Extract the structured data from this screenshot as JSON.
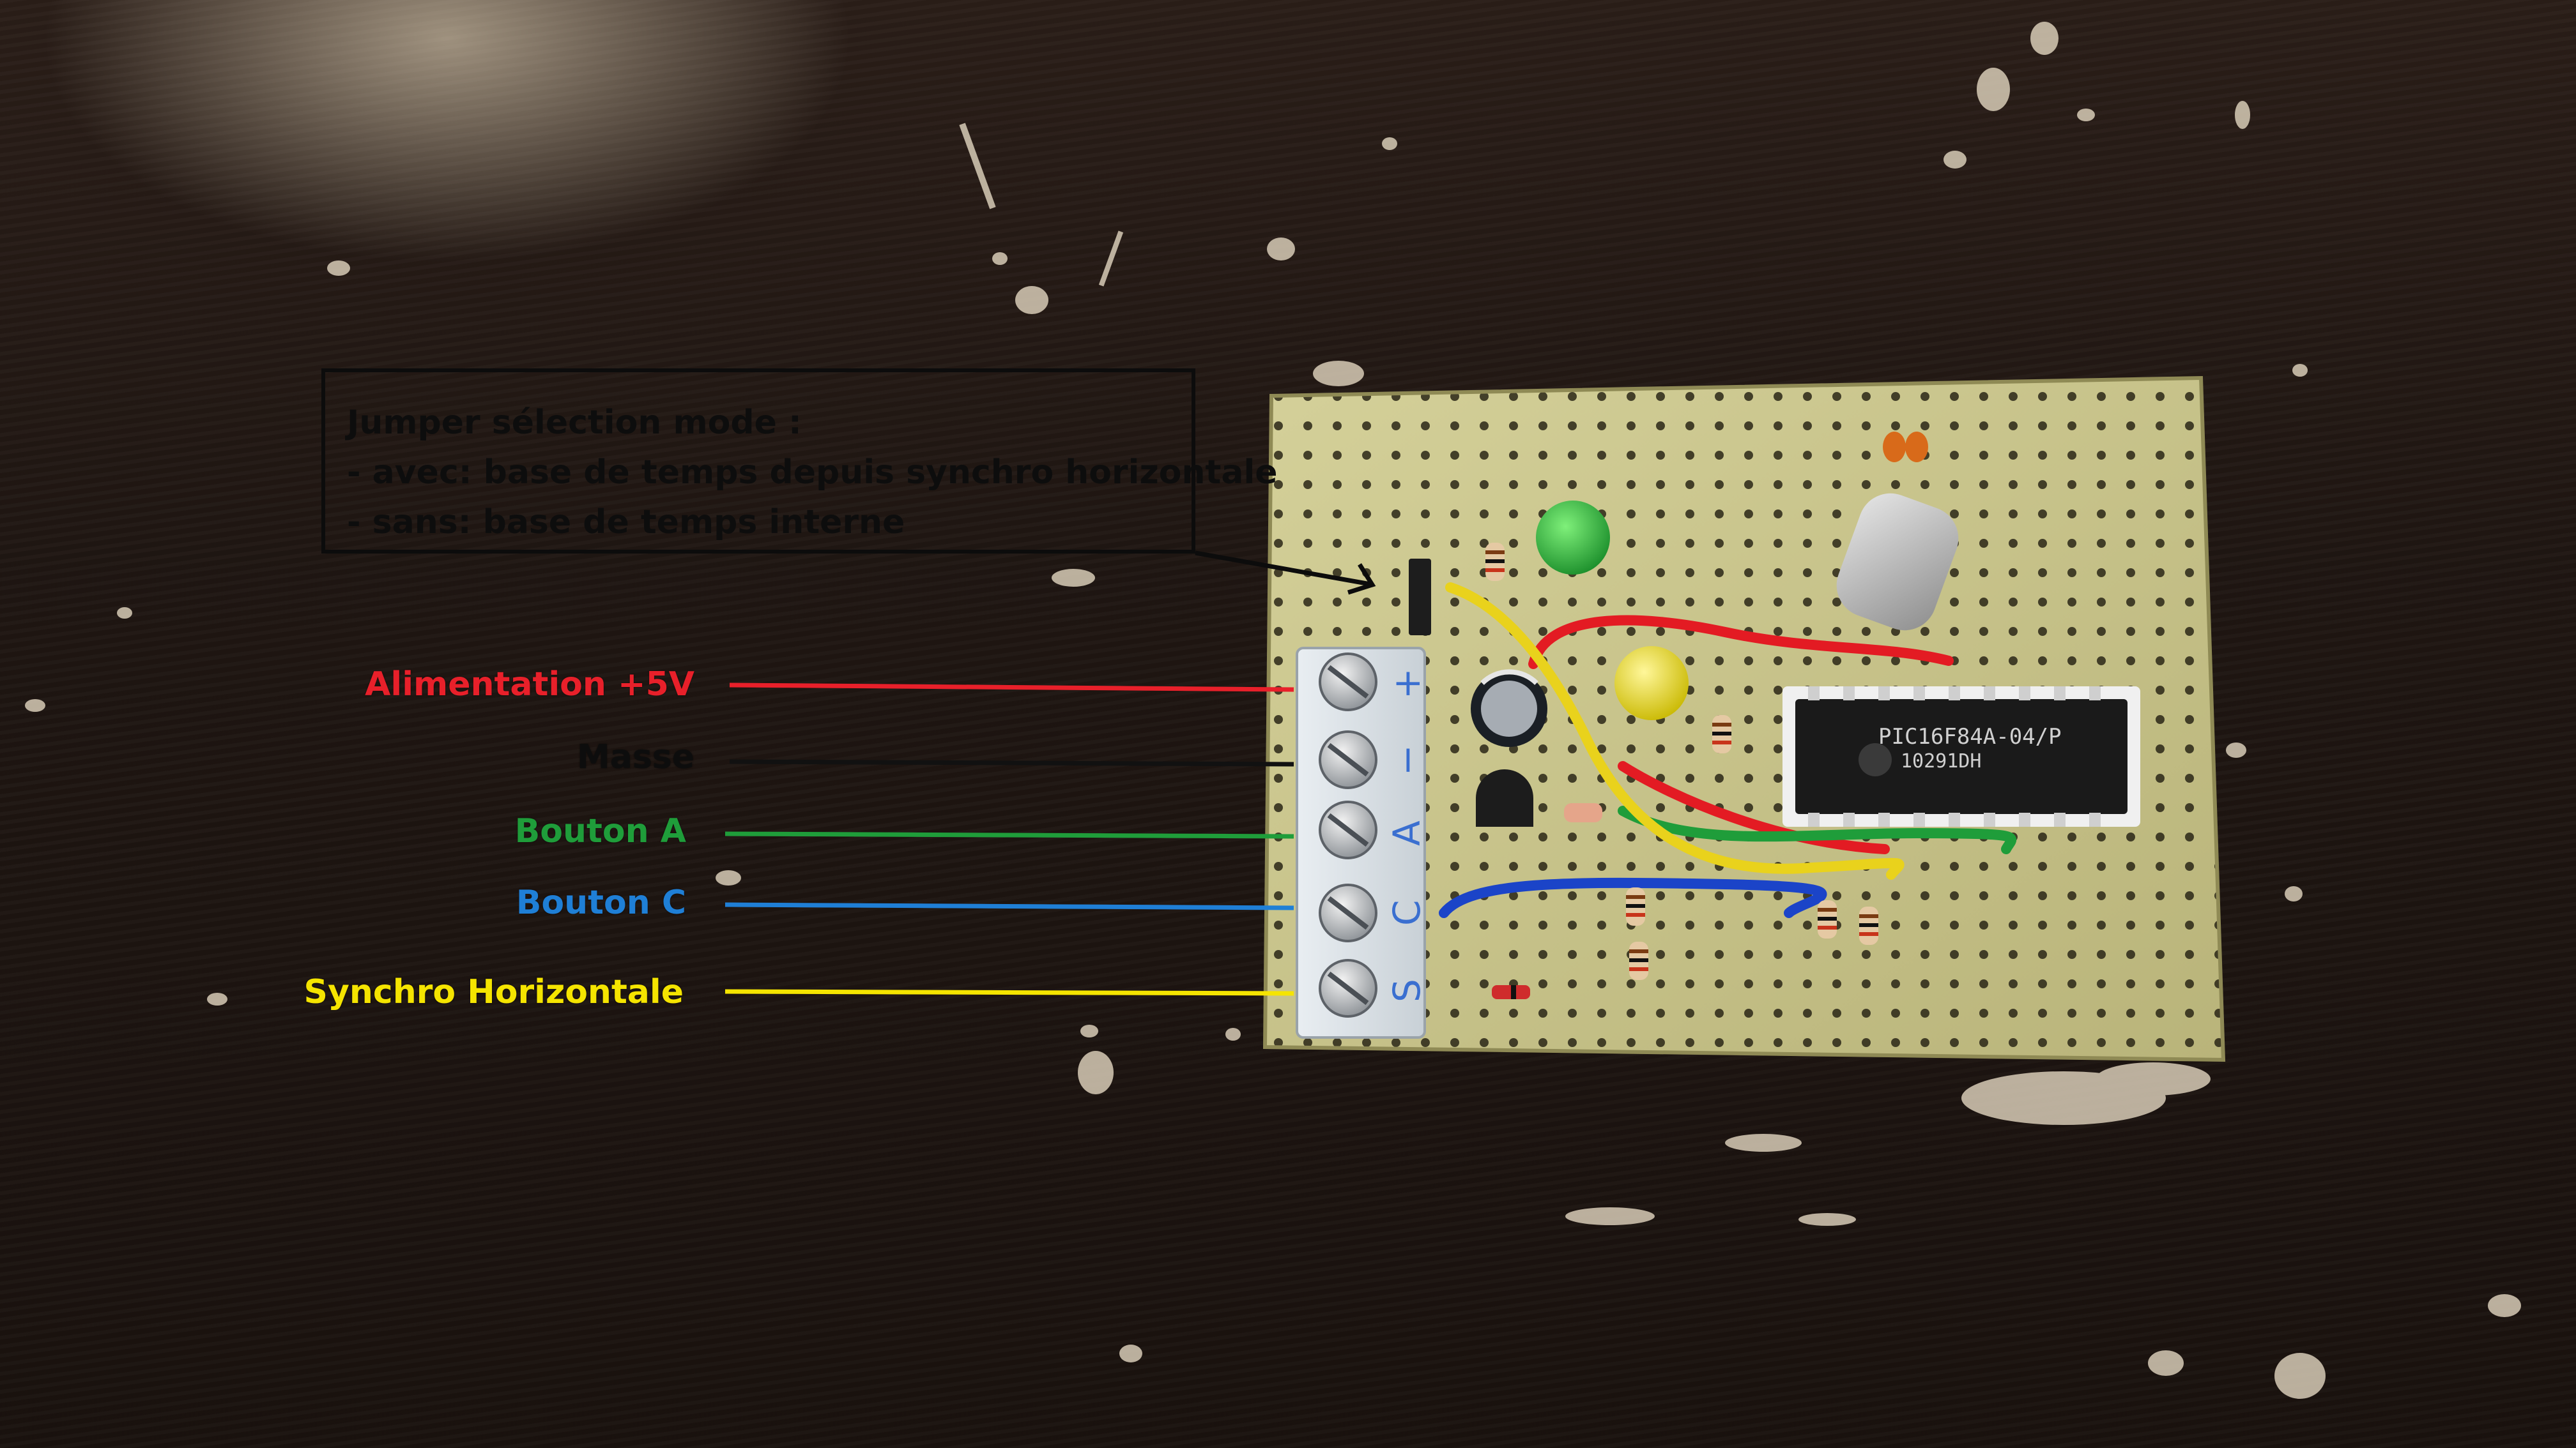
{
  "annotation_box": {
    "title": "Jumper sélection mode :",
    "lines": [
      "- avec: base de temps depuis synchro horizontale",
      "- sans: base de temps interne"
    ]
  },
  "labels": {
    "power": "Alimentation +5V",
    "ground": "Masse",
    "button_a": "Bouton A",
    "button_c": "Bouton C",
    "hsync": "Synchro Horizontale"
  },
  "terminal_marks": [
    "S",
    "C",
    "A",
    "−",
    "+"
  ],
  "chip_marking": [
    "PIC16F84A-04/P",
    "10291DH"
  ],
  "colors": {
    "power": "#e8202a",
    "ground": "#111111",
    "button_a": "#1f9d3a",
    "button_c": "#1f7fd6",
    "hsync": "#f5e400",
    "board": "#c9c58c"
  }
}
